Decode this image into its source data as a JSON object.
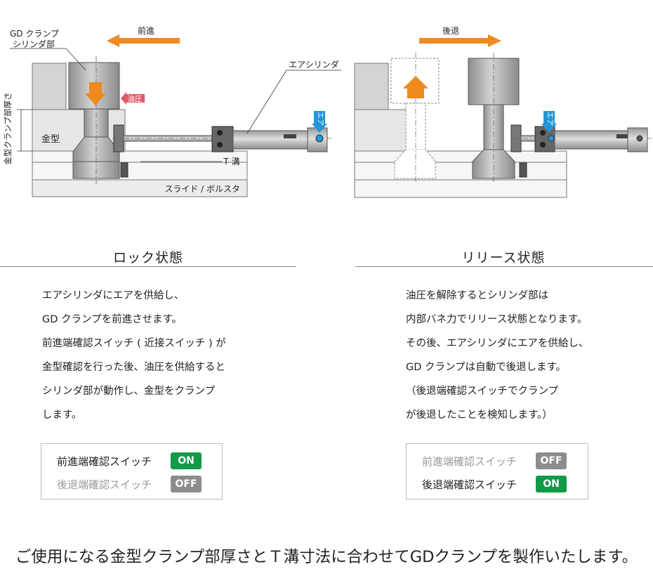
{
  "diagram_left": {
    "label_clamp": [
      "GD クランプ",
      "シリンダ部"
    ],
    "label_direction": "前進",
    "label_oil": "油圧",
    "label_air_cylinder": "エアシリンダ",
    "label_air": "エア",
    "label_mold": "金型",
    "label_t_slot": "T 溝",
    "label_slide": "スライド / ボルスタ",
    "label_thickness": "金型クランプ部厚さ"
  },
  "diagram_right": {
    "label_direction": "後退",
    "label_air": "エア"
  },
  "lock": {
    "title": "ロック状態",
    "lines": [
      "エアシリンダにエアを供給し、",
      "GD クランプを前進させます。",
      "前進端確認スイッチ ( 近接スイッチ ) が",
      "金型確認を行った後、油圧を供給すると",
      "シリンダ部が動作し、金型をクランプ",
      "します。"
    ],
    "switches": [
      {
        "label": "前進端確認スイッチ",
        "state": "ON"
      },
      {
        "label": "後退端確認スイッチ",
        "state": "OFF"
      }
    ]
  },
  "release": {
    "title": "リリース状態",
    "lines": [
      "油圧を解除するとシリンダ部は",
      "内部バネ力でリリース状態となります。",
      "その後、エアシリンダにエアを供給し、",
      "GD クランプは自動で後退します。",
      "（後退端確認スイッチでクランプ",
      "が後退したことを検知します。）"
    ],
    "switches": [
      {
        "label": "前進端確認スイッチ",
        "state": "OFF"
      },
      {
        "label": "後退端確認スイッチ",
        "state": "ON"
      }
    ]
  },
  "footer": "ご使用になる金型クランプ部厚さとＴ溝寸法に合わせてGDクランプを製作いたします。",
  "colors": {
    "arrow_orange": "#ef8a1e",
    "oil_red": "#e05a6a",
    "air_blue": "#2196d8",
    "on_green": "#119a48",
    "off_gray": "#8c8c8c",
    "metal": "#a9a9a9"
  }
}
